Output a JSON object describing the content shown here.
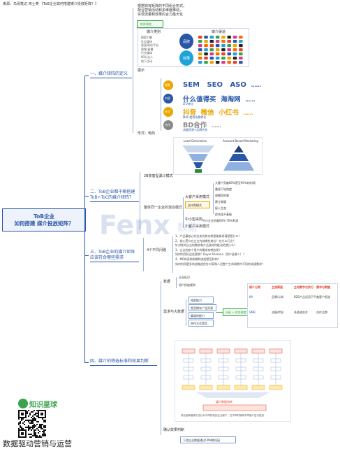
{
  "header": "来源：鸟哥笔记 宋士英 《ToB企业如何搭建媒介投放矩阵？》",
  "root": [
    "ToB企业",
    "如何搭建 媒介投放矩阵？"
  ],
  "branches": {
    "b1": "一、媒介矩阵的定义",
    "b2": [
      "二、ToB企业都干嘛搭建",
      "ToB+ToC的媒介矩阵？"
    ],
    "b3": [
      "三、ToB企业的媒介矩阵",
      "应该符合哪些需求"
    ],
    "b4": "四、媒介的筛选标准和效果判断"
  },
  "section1": {
    "intro": [
      "根据现有矩阵的不同组合形式，",
      "配合营销活动和多维度推动，",
      "实现流量和效果的合力最大化"
    ],
    "tag_exec": "矩阵落地",
    "col_media": "媒介类别",
    "col_channel": "媒介渠道",
    "media_types": [
      "搜索引擎",
      "社交媒体",
      "垂直网站/平台",
      "视频/直播",
      "行业媒体",
      "KOL/达人",
      "线下活动"
    ],
    "inf_top": "品牌",
    "inf_bottom": "效果",
    "label_show": "展示",
    "label_form": "形式：电商",
    "row1": {
      "badge": "搜索",
      "items": [
        "SEM",
        "SEO",
        "ASO",
        "……"
      ]
    },
    "row2": {
      "badge": "内容",
      "items": [
        "什么值得买",
        "海淘网",
        "……"
      ],
      "sub": "LTV转化"
    },
    "row3": {
      "badge": "社交",
      "items": [
        "抖音",
        "微信",
        "小红书",
        "……"
      ],
      "sub": "种草    使用场景转化"
    },
    "row4": {
      "badge": "合作",
      "items": [
        "BD合作",
        "……"
      ],
      "sub": "流量资源+品牌合作"
    }
  },
  "section2": {
    "funnel_left_title": "Lead Generation",
    "funnel_right_title": "Account Based Marketing",
    "label_model": "2B获客型漏斗模式",
    "label_mixed": "整体同一企业的混合模式",
    "nodes": [
      "大客户采用模式",
      "中小型采购",
      "小客户采用模式",
      "支持等模式"
    ],
    "right_nodes": [
      "大客户贡献80%甚至90%的利润",
      "重视下钻角度",
      "规模型的客",
      "建立联盟",
      "接入生态",
      "综合连平基础"
    ],
    "mid_note": "中小企业贡献60%-70%利润"
  },
  "section3": {
    "label": "4个不同问题",
    "items": [
      "1、产品最核心的业务优势在哪里能够讲清楚是什么？",
      "2、核心受众在企业内部哪些岗位？在什么行业？",
      "   针对性的企业的需求和产品该如何推动的是什么？",
      "3、企业的各个用户的需求有哪些呢？",
      "   如何利用好这些营销？Buyer Persona（用户画像人）？",
      "4、MR的采购周期和流程是怎样的？",
      "   如何利用更多的战略途径针对采购人员整个生命周期中不同的关键需求？"
    ]
  },
  "section4": {
    "g1_label": "数据",
    "g1_items": [
      "企业标识",
      "用户投放规则"
    ],
    "g2_label": "需求与大数据",
    "g2_items": [
      "搜索能力",
      "是否拥有广告资源",
      "渠道的能力",
      "合作方式是否"
    ],
    "g2_result": "分级 + 综合维度",
    "table_head": [
      "媒介分类",
      "主流渠道",
      "主动数字化执行",
      "需求与数据"
    ],
    "table_rows": [
      [
        "KA",
        "品牌/认知",
        "B2B产品适用于平台",
        "大客户报道"
      ],
      [
        "SMB",
        "流量/转化",
        "多渠道合并",
        "合作品牌"
      ]
    ],
    "flow_title": "媒介数据流转",
    "flow_caption": "综合各种营销方法针对不同阶段的企业客户，在不同时期用不同媒介进行投放",
    "g3_label": "确认效果判断",
    "g3_result": "下游企业数据通过CRM做归因"
  },
  "watermark": {
    "main": "Fenx",
    "sub": "数据"
  },
  "footer": {
    "brand": "知识星球",
    "slogan": "数据驱动营销与运营"
  },
  "colors": {
    "blue": "#2a56a8",
    "green": "#3aa34b",
    "orange": "#e9a700",
    "red": "#e2452f"
  }
}
